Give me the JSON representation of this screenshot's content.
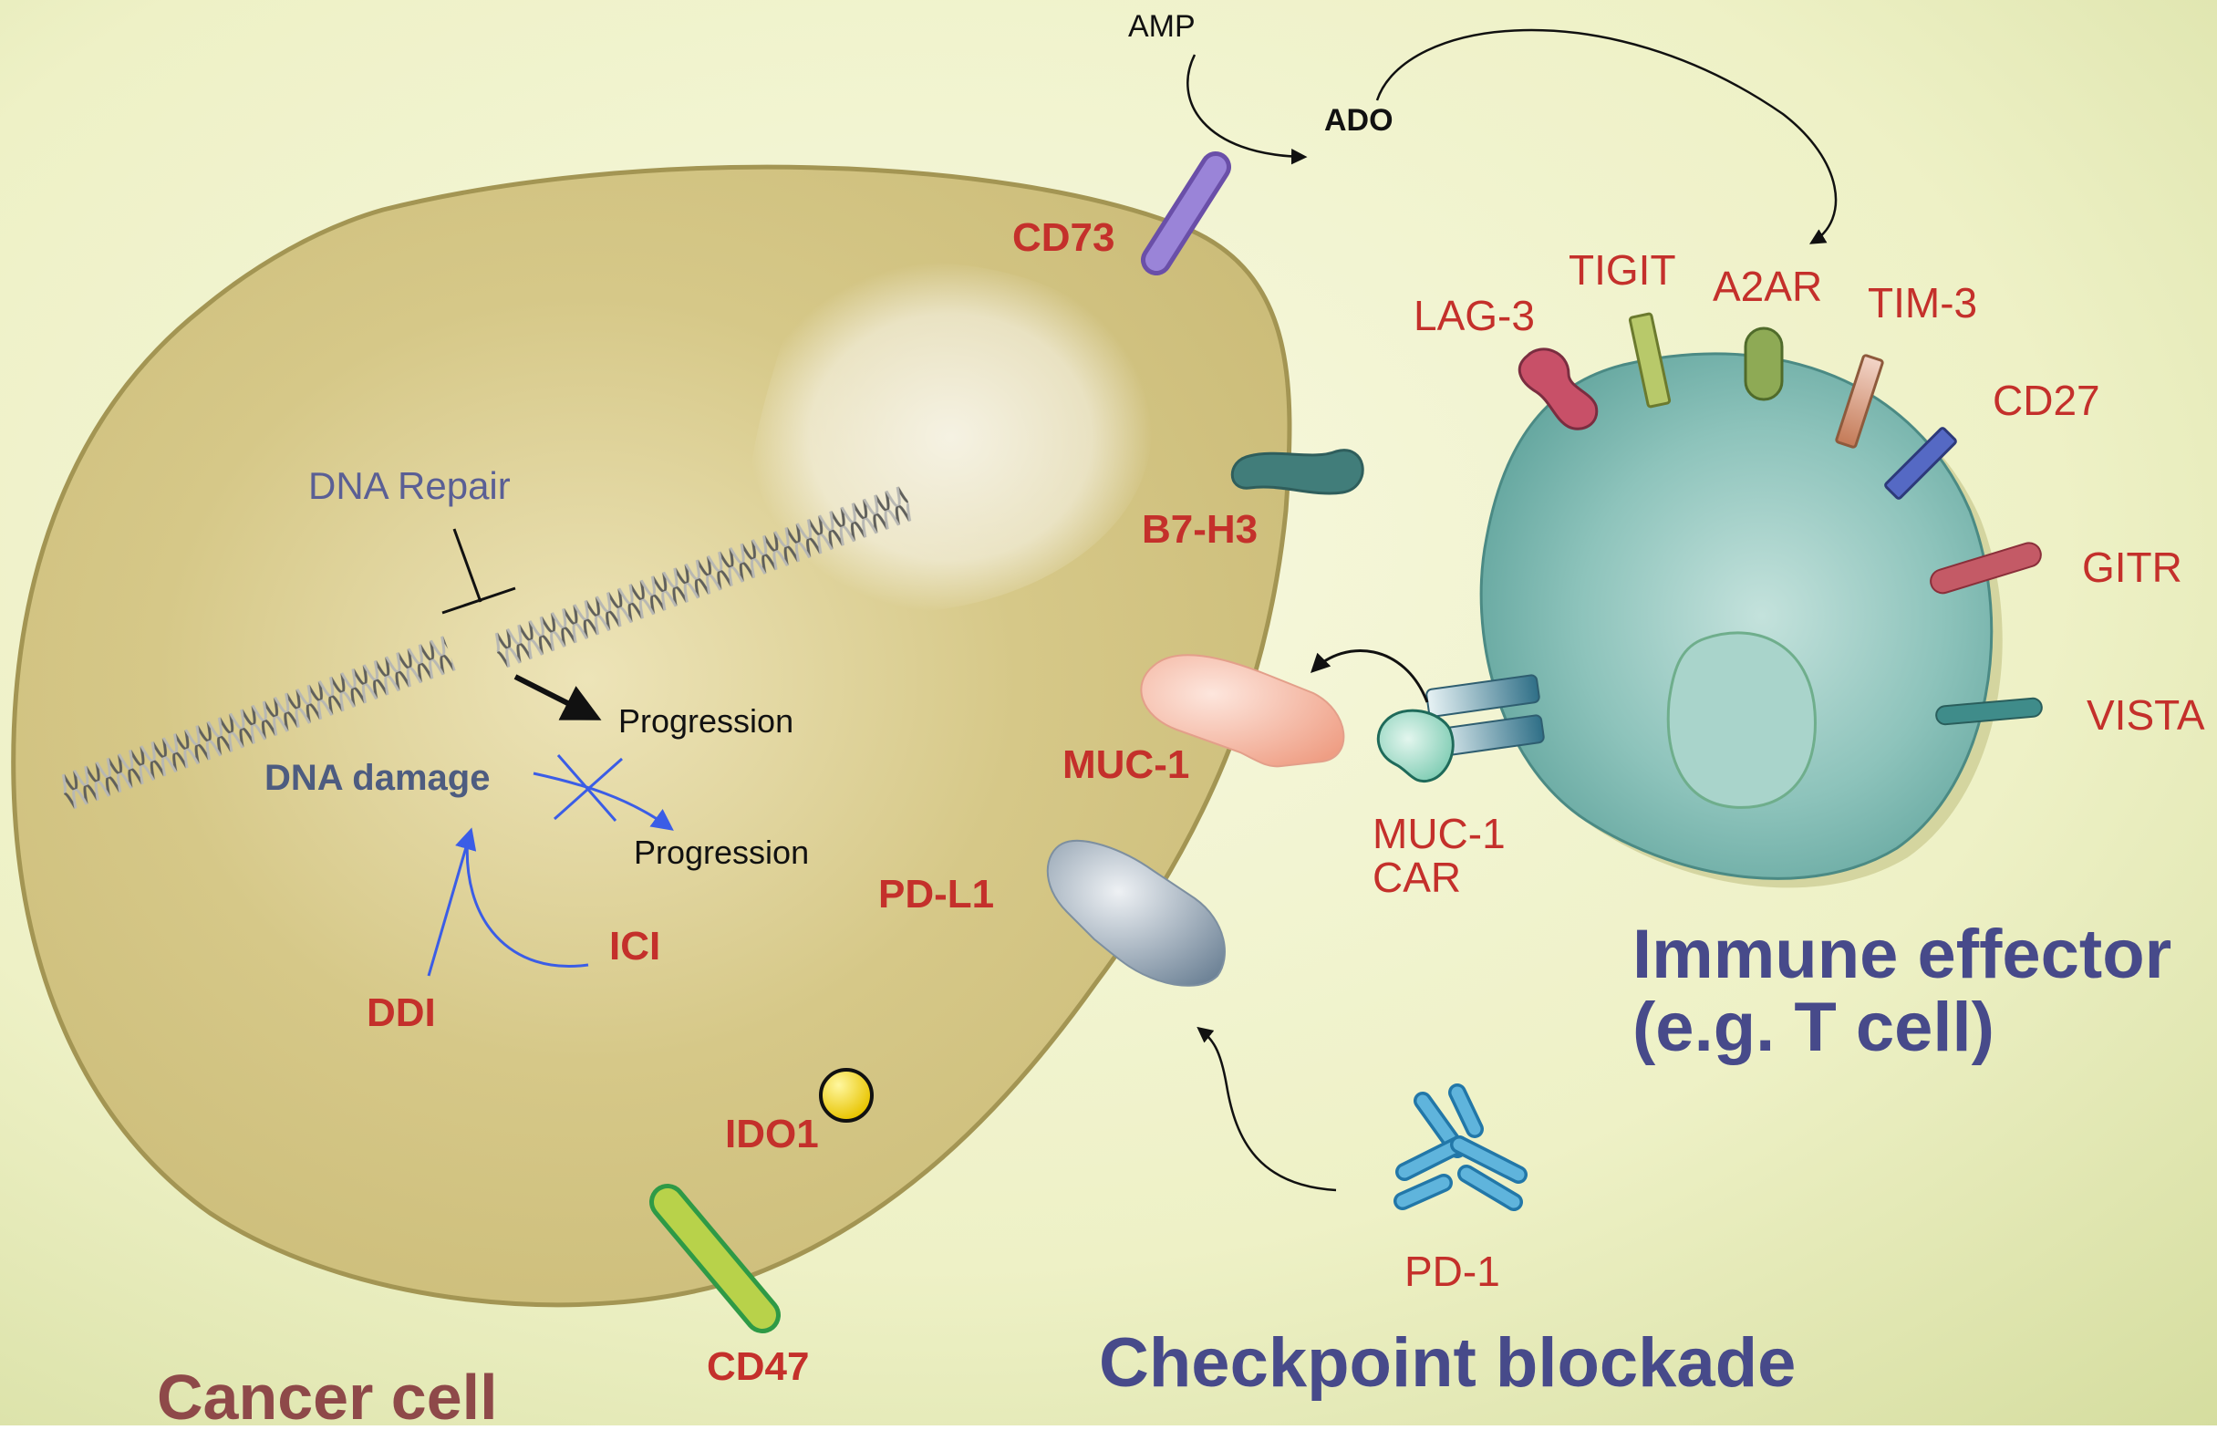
{
  "amp_label": "AMP",
  "ado_label": "ADO",
  "cancer_cell": {
    "title": "Cancer cell",
    "markers": {
      "cd73": "CD73",
      "b7h3": "B7-H3",
      "muc1": "MUC-1",
      "pdl1": "PD-L1",
      "ido1": "IDO1",
      "cd47": "CD47"
    },
    "dna_repair": "DNA Repair",
    "progression_upper": "Progression",
    "dna_damage": "DNA damage",
    "progression_lower": "Progression",
    "ici": "ICI",
    "ddi": "DDI"
  },
  "immune_cell": {
    "title_line1": "Immune effector",
    "title_line2": "(e.g. T cell)",
    "receptors": {
      "lag3": "LAG-3",
      "tigit": "TIGIT",
      "a2ar": "A2AR",
      "tim3": "TIM-3",
      "cd27": "CD27",
      "gitr": "GITR",
      "vista": "VISTA"
    },
    "car_line1": "MUC-1",
    "car_line2": "CAR"
  },
  "checkpoint": {
    "pd1": "PD-1",
    "title": "Checkpoint blockade"
  },
  "colors": {
    "background_center": "#f6f7de",
    "background_edge": "#d7dfa4",
    "cancer_cell_fill": "#ccbd78",
    "cancer_cell_stroke": "#9d8f4c",
    "immune_cell_fill": "#6eb1aa",
    "label_red": "#c4302b",
    "title_navy": "#474a8a",
    "title_maroon": "#8e4949"
  }
}
